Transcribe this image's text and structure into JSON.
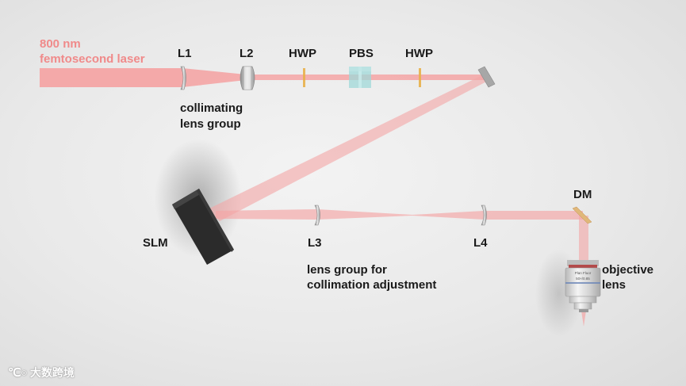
{
  "laser": {
    "line1": "800 nm",
    "line2": "femtosecond laser"
  },
  "components": {
    "l1": "L1",
    "l2": "L2",
    "hwp1": "HWP",
    "pbs": "PBS",
    "hwp2": "HWP",
    "slm": "SLM",
    "l3": "L3",
    "l4": "L4",
    "dm": "DM"
  },
  "annotations": {
    "collimating_1": "collimating",
    "collimating_2": "lens group",
    "adjust_1": "lens group for",
    "adjust_2": "collimation adjustment",
    "objective_1": "objective",
    "objective_2": "lens"
  },
  "objective_markings": {
    "line1": "Plan Fluor",
    "line2": "50×/0.85"
  },
  "watermark": "大数跨境",
  "colors": {
    "beam": "#f4a5a5",
    "waveplate": "#e8b04a",
    "pbs": "#9fd8d8",
    "slm": "#2b2b2b"
  }
}
